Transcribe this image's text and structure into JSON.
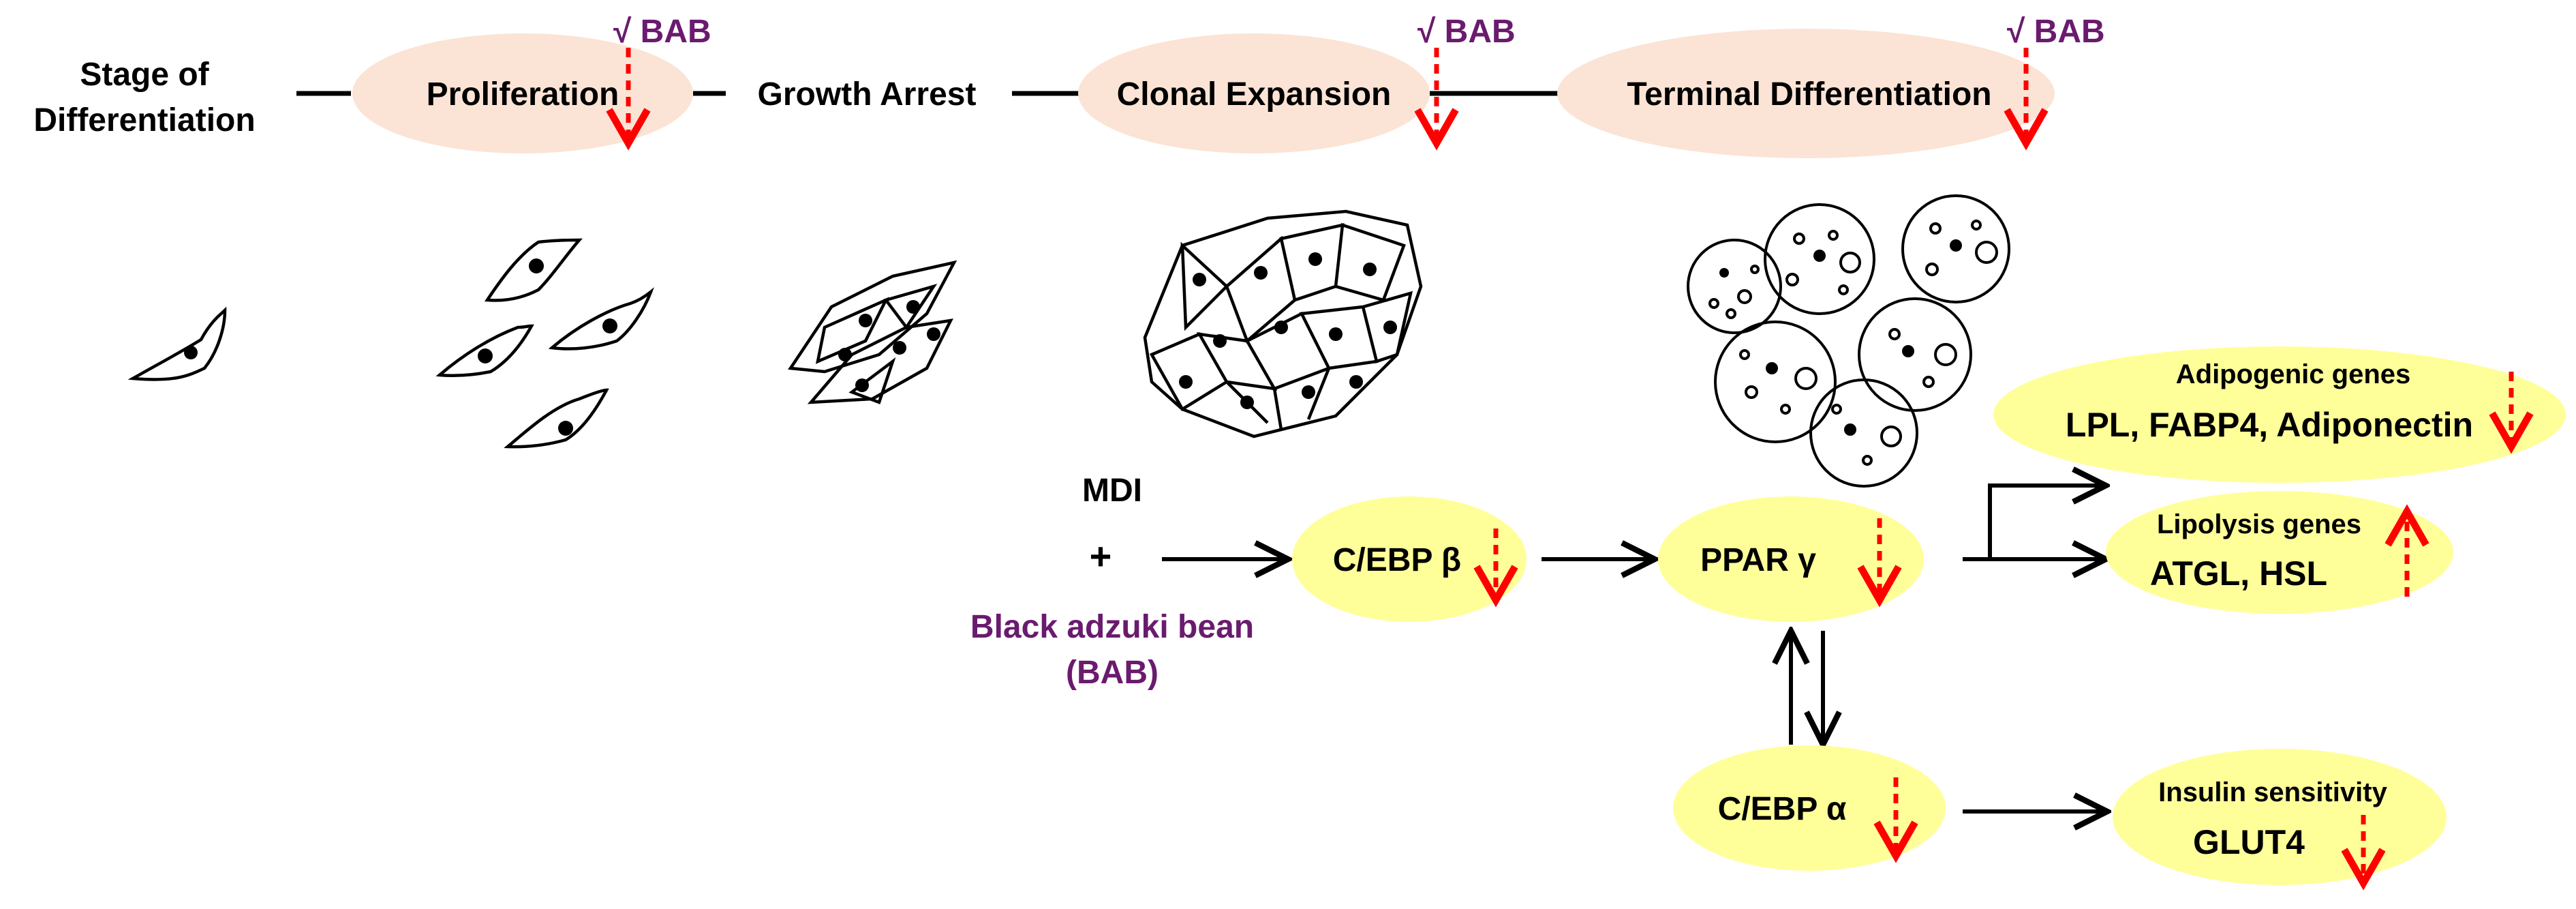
{
  "stage_row": {
    "label_line1": "Stage of",
    "label_line2": "Differentiation",
    "stages": [
      {
        "label": "Proliferation",
        "highlighted": true,
        "bab_mark": "√ BAB"
      },
      {
        "label": "Growth Arrest",
        "highlighted": false,
        "bab_mark": ""
      },
      {
        "label": "Clonal Expansion",
        "highlighted": true,
        "bab_mark": "√ BAB"
      },
      {
        "label": "Terminal Differentiation",
        "highlighted": true,
        "bab_mark": "√ BAB"
      }
    ]
  },
  "pathway": {
    "inducer": "MDI",
    "plus": "+",
    "treatment_line1": "Black adzuki bean",
    "treatment_line2": "(BAB)",
    "cebp_beta": "C/EBP β",
    "ppar_gamma": "PPAR γ",
    "cebp_alpha": "C/EBP α",
    "adipogenic": {
      "title": "Adipogenic genes",
      "genes": "LPL, FABP4, Adiponectin",
      "direction": "down"
    },
    "lipolysis": {
      "title": "Lipolysis genes",
      "genes": "ATGL, HSL",
      "direction": "up"
    },
    "insulin": {
      "title": "Insulin sensitivity",
      "genes": "GLUT4",
      "direction": "down"
    }
  },
  "colors": {
    "stage_fill": "#fbe4d5",
    "node_fill": "#ffff99",
    "bab_text": "#6a1b6e",
    "red_arrow": "#ff0000",
    "ink": "#000000"
  }
}
